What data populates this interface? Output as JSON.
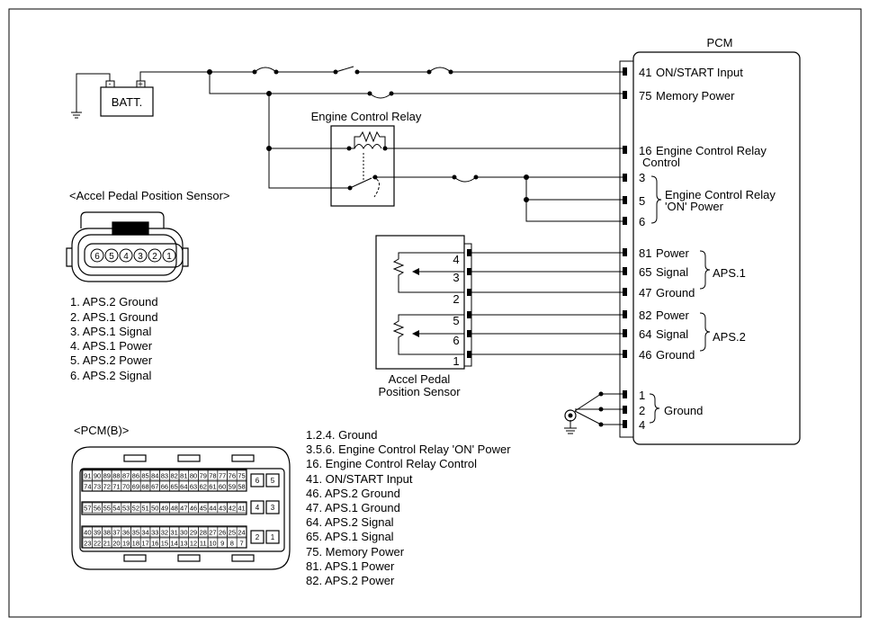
{
  "pcm": {
    "title": "PCM",
    "pins": [
      {
        "num": "41",
        "label": "ON/START Input"
      },
      {
        "num": "75",
        "label": "Memory Power"
      },
      {
        "num": "16",
        "label": "Engine Control Relay",
        "label2": "Control"
      },
      {
        "num": "3",
        "label": ""
      },
      {
        "num": "5",
        "label": ""
      },
      {
        "num": "6",
        "label": ""
      },
      {
        "num": "81",
        "label": "Power"
      },
      {
        "num": "65",
        "label": "Signal"
      },
      {
        "num": "47",
        "label": "Ground"
      },
      {
        "num": "82",
        "label": "Power"
      },
      {
        "num": "64",
        "label": "Signal"
      },
      {
        "num": "46",
        "label": "Ground"
      },
      {
        "num": "1",
        "label": ""
      },
      {
        "num": "2",
        "label": ""
      },
      {
        "num": "4",
        "label": ""
      }
    ],
    "groups": {
      "ecr_on_power": [
        "Engine Control Relay",
        "'ON' Power"
      ],
      "aps1": "APS.1",
      "aps2": "APS.2",
      "ground": "Ground"
    }
  },
  "battery": {
    "label": "BATT.",
    "minus": "-",
    "plus": "+"
  },
  "relay": {
    "title": "Engine Control Relay"
  },
  "sensor_box": {
    "pins": [
      "4",
      "3",
      "2",
      "5",
      "6",
      "1"
    ],
    "caption": [
      "Accel Pedal",
      "Position Sensor"
    ]
  },
  "connector_aps": {
    "title": "<Accel Pedal Position Sensor>",
    "pins": [
      "6",
      "5",
      "4",
      "3",
      "2",
      "1"
    ],
    "legend": [
      "1. APS.2 Ground",
      "2. APS.1 Ground",
      "3. APS.1 Signal",
      "4. APS.1 Power",
      "5. APS.2 Power",
      "6. APS.2 Signal"
    ]
  },
  "connector_pcm": {
    "title": "<PCM(B)>",
    "row1": [
      "91",
      "90",
      "89",
      "88",
      "87",
      "86",
      "85",
      "84",
      "83",
      "82",
      "81",
      "80",
      "79",
      "78",
      "77",
      "76",
      "75"
    ],
    "row2": [
      "74",
      "73",
      "72",
      "71",
      "70",
      "69",
      "68",
      "67",
      "66",
      "65",
      "64",
      "63",
      "62",
      "61",
      "60",
      "59",
      "58"
    ],
    "row3": [
      "57",
      "56",
      "55",
      "54",
      "53",
      "52",
      "51",
      "50",
      "49",
      "48",
      "47",
      "46",
      "45",
      "44",
      "43",
      "42",
      "41"
    ],
    "row4": [
      "40",
      "39",
      "38",
      "37",
      "36",
      "35",
      "34",
      "33",
      "32",
      "31",
      "30",
      "29",
      "28",
      "27",
      "26",
      "25",
      "24"
    ],
    "row5": [
      "23",
      "22",
      "21",
      "20",
      "19",
      "18",
      "17",
      "16",
      "15",
      "14",
      "13",
      "12",
      "11",
      "10",
      "9",
      "8",
      "7"
    ],
    "side": [
      [
        "6",
        "5"
      ],
      [
        "4",
        "3"
      ],
      [
        "2",
        "1"
      ]
    ]
  },
  "pin_legend": [
    "1.2.4. Ground",
    "3.5.6. Engine Control Relay 'ON' Power",
    "16. Engine Control Relay Control",
    "41. ON/START Input",
    "46. APS.2 Ground",
    "47. APS.1 Ground",
    "64. APS.2 Signal",
    "65. APS.1 Signal",
    "75. Memory Power",
    "81. APS.1 Power",
    "82. APS.2 Power"
  ]
}
